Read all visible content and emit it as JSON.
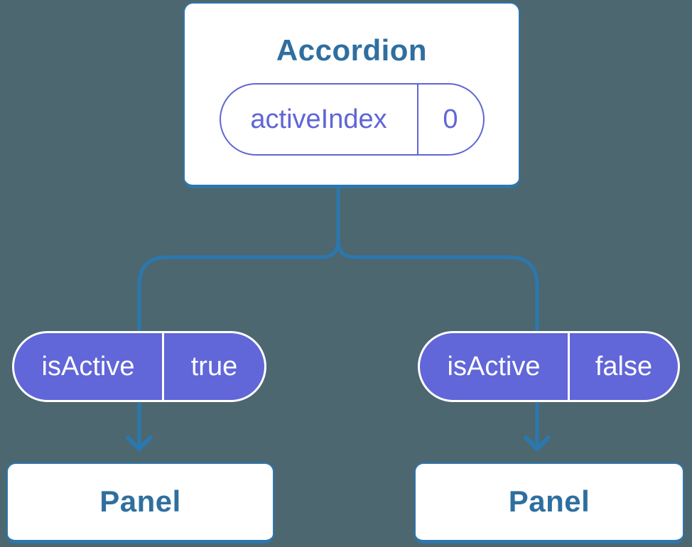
{
  "colors": {
    "background": "#4c6770",
    "connector": "#2b78b0",
    "card_border": "#2e76ac",
    "heading_text": "#2f6f9f",
    "purple": "#6065d6",
    "pill_fill": "#6166d8"
  },
  "root_card": {
    "title": "Accordion",
    "state_pill": {
      "name": "activeIndex",
      "value": "0"
    }
  },
  "children": [
    {
      "prop_pill": {
        "name": "isActive",
        "value": "true"
      },
      "card_label": "Panel"
    },
    {
      "prop_pill": {
        "name": "isActive",
        "value": "false"
      },
      "card_label": "Panel"
    }
  ]
}
